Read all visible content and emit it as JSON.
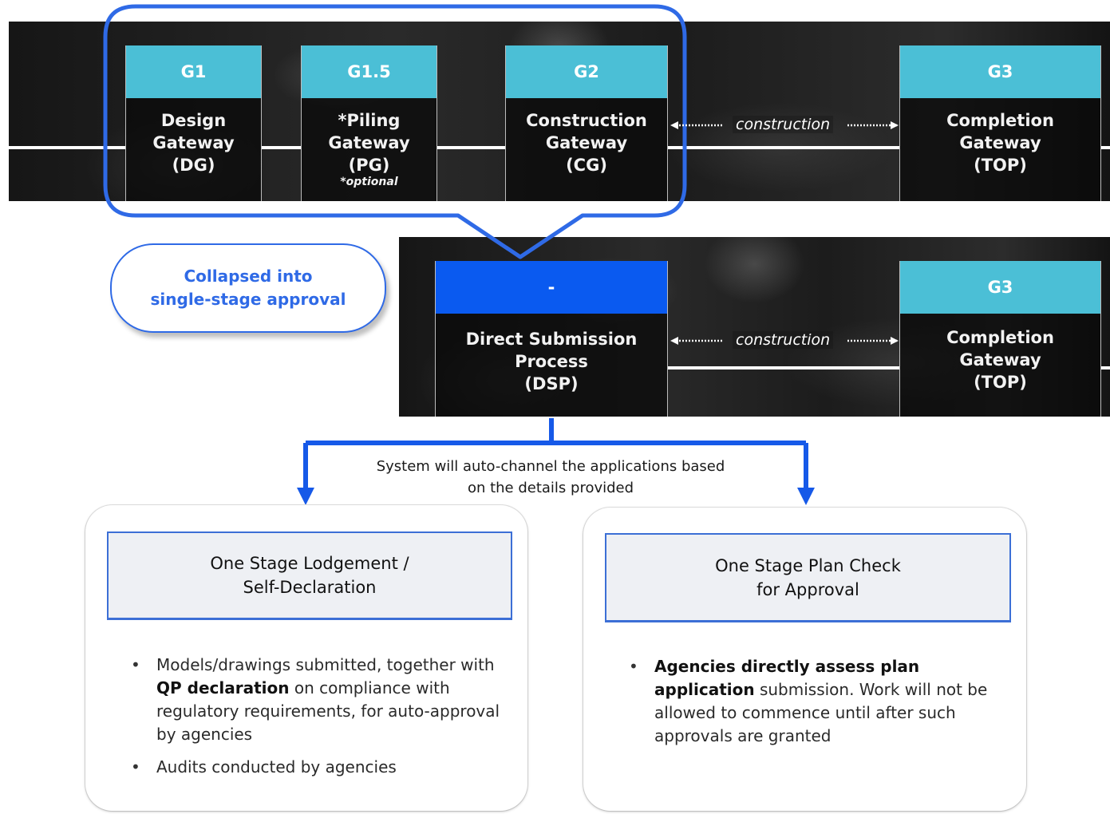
{
  "top_flow": {
    "gates": [
      {
        "code": "G1",
        "name_lines": [
          "Design",
          "Gateway",
          "(DG)"
        ],
        "note": ""
      },
      {
        "code": "G1.5",
        "name_lines": [
          "*Piling",
          "Gateway",
          "(PG)"
        ],
        "note": "*optional"
      },
      {
        "code": "G2",
        "name_lines": [
          "Construction",
          "Gateway",
          "(CG)"
        ],
        "note": ""
      },
      {
        "code": "G3",
        "name_lines": [
          "Completion",
          "Gateway",
          "(TOP)"
        ],
        "note": ""
      }
    ],
    "construction_label": "construction"
  },
  "collapsed": {
    "lines": [
      "Collapsed into",
      "single-stage approval"
    ]
  },
  "new_flow": {
    "gates": [
      {
        "code": "-",
        "name_lines": [
          "Direct Submission",
          "Process",
          "(DSP)"
        ]
      },
      {
        "code": "G3",
        "name_lines": [
          "Completion",
          "Gateway",
          "(TOP)"
        ]
      }
    ],
    "construction_label": "construction"
  },
  "auto_channel": {
    "lines": [
      "System will auto-channel the applications based",
      "on the details provided"
    ]
  },
  "left_card": {
    "title_lines": [
      "One Stage Lodgement /",
      "Self-Declaration"
    ],
    "bullet1": {
      "pre": "Models/drawings submitted, together with ",
      "bold": "QP declaration",
      "post": " on compliance with regulatory requirements, for auto-approval by agencies"
    },
    "bullet2": "Audits conducted by agencies"
  },
  "right_card": {
    "title_lines": [
      "One Stage Plan Check",
      "for Approval"
    ],
    "bullet1": {
      "bold": "Agencies directly assess plan application",
      "post": " submission. Work will not be allowed to commence until after such approvals are granted"
    }
  },
  "colors": {
    "gate_head": "#4bbfd6",
    "dsp_head": "#0a5af0",
    "outline_blue": "#2f6ae6"
  }
}
